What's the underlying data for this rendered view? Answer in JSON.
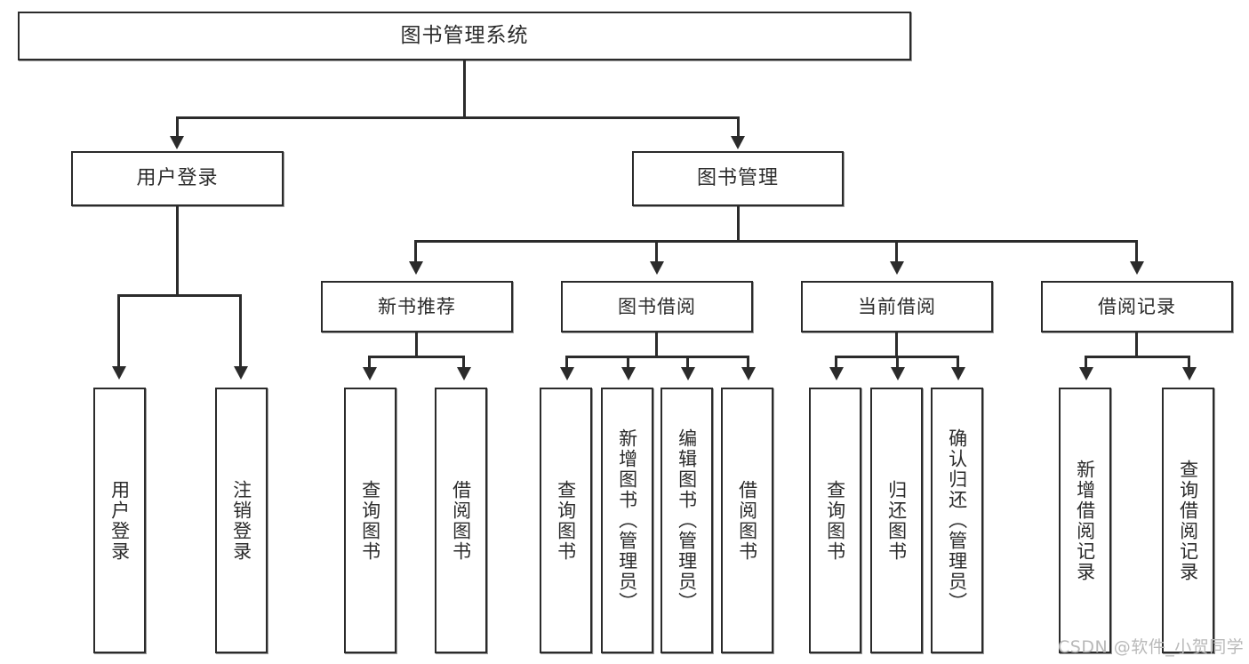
{
  "diagram": {
    "title": "图书管理系统",
    "watermark": "CSDN @软件_小贺同学",
    "colors": {
      "stroke": "#2b2b2b",
      "fill": "#ffffff",
      "text": "#2b2b2b",
      "watermark": "#b9b9b9"
    },
    "root": {
      "label": "图书管理系统"
    },
    "level2": [
      {
        "label": "用户登录"
      },
      {
        "label": "图书管理"
      }
    ],
    "level3": [
      {
        "label": "新书推荐"
      },
      {
        "label": "图书借阅"
      },
      {
        "label": "当前借阅"
      },
      {
        "label": "借阅记录"
      }
    ],
    "leaves": {
      "user_login": [
        {
          "label": "用户登录"
        },
        {
          "label": "注销登录"
        }
      ],
      "new_book_recommend": [
        {
          "label": "查询图书"
        },
        {
          "label": "借阅图书"
        }
      ],
      "book_borrow": [
        {
          "label": "查询图书"
        },
        {
          "label": "新增图书（管理员）"
        },
        {
          "label": "编辑图书（管理员）"
        },
        {
          "label": "借阅图书"
        }
      ],
      "current_borrow": [
        {
          "label": "查询图书"
        },
        {
          "label": "归还图书"
        },
        {
          "label": "确认归还（管理员）"
        }
      ],
      "borrow_record": [
        {
          "label": "新增借阅记录"
        },
        {
          "label": "查询借阅记录"
        }
      ]
    }
  }
}
